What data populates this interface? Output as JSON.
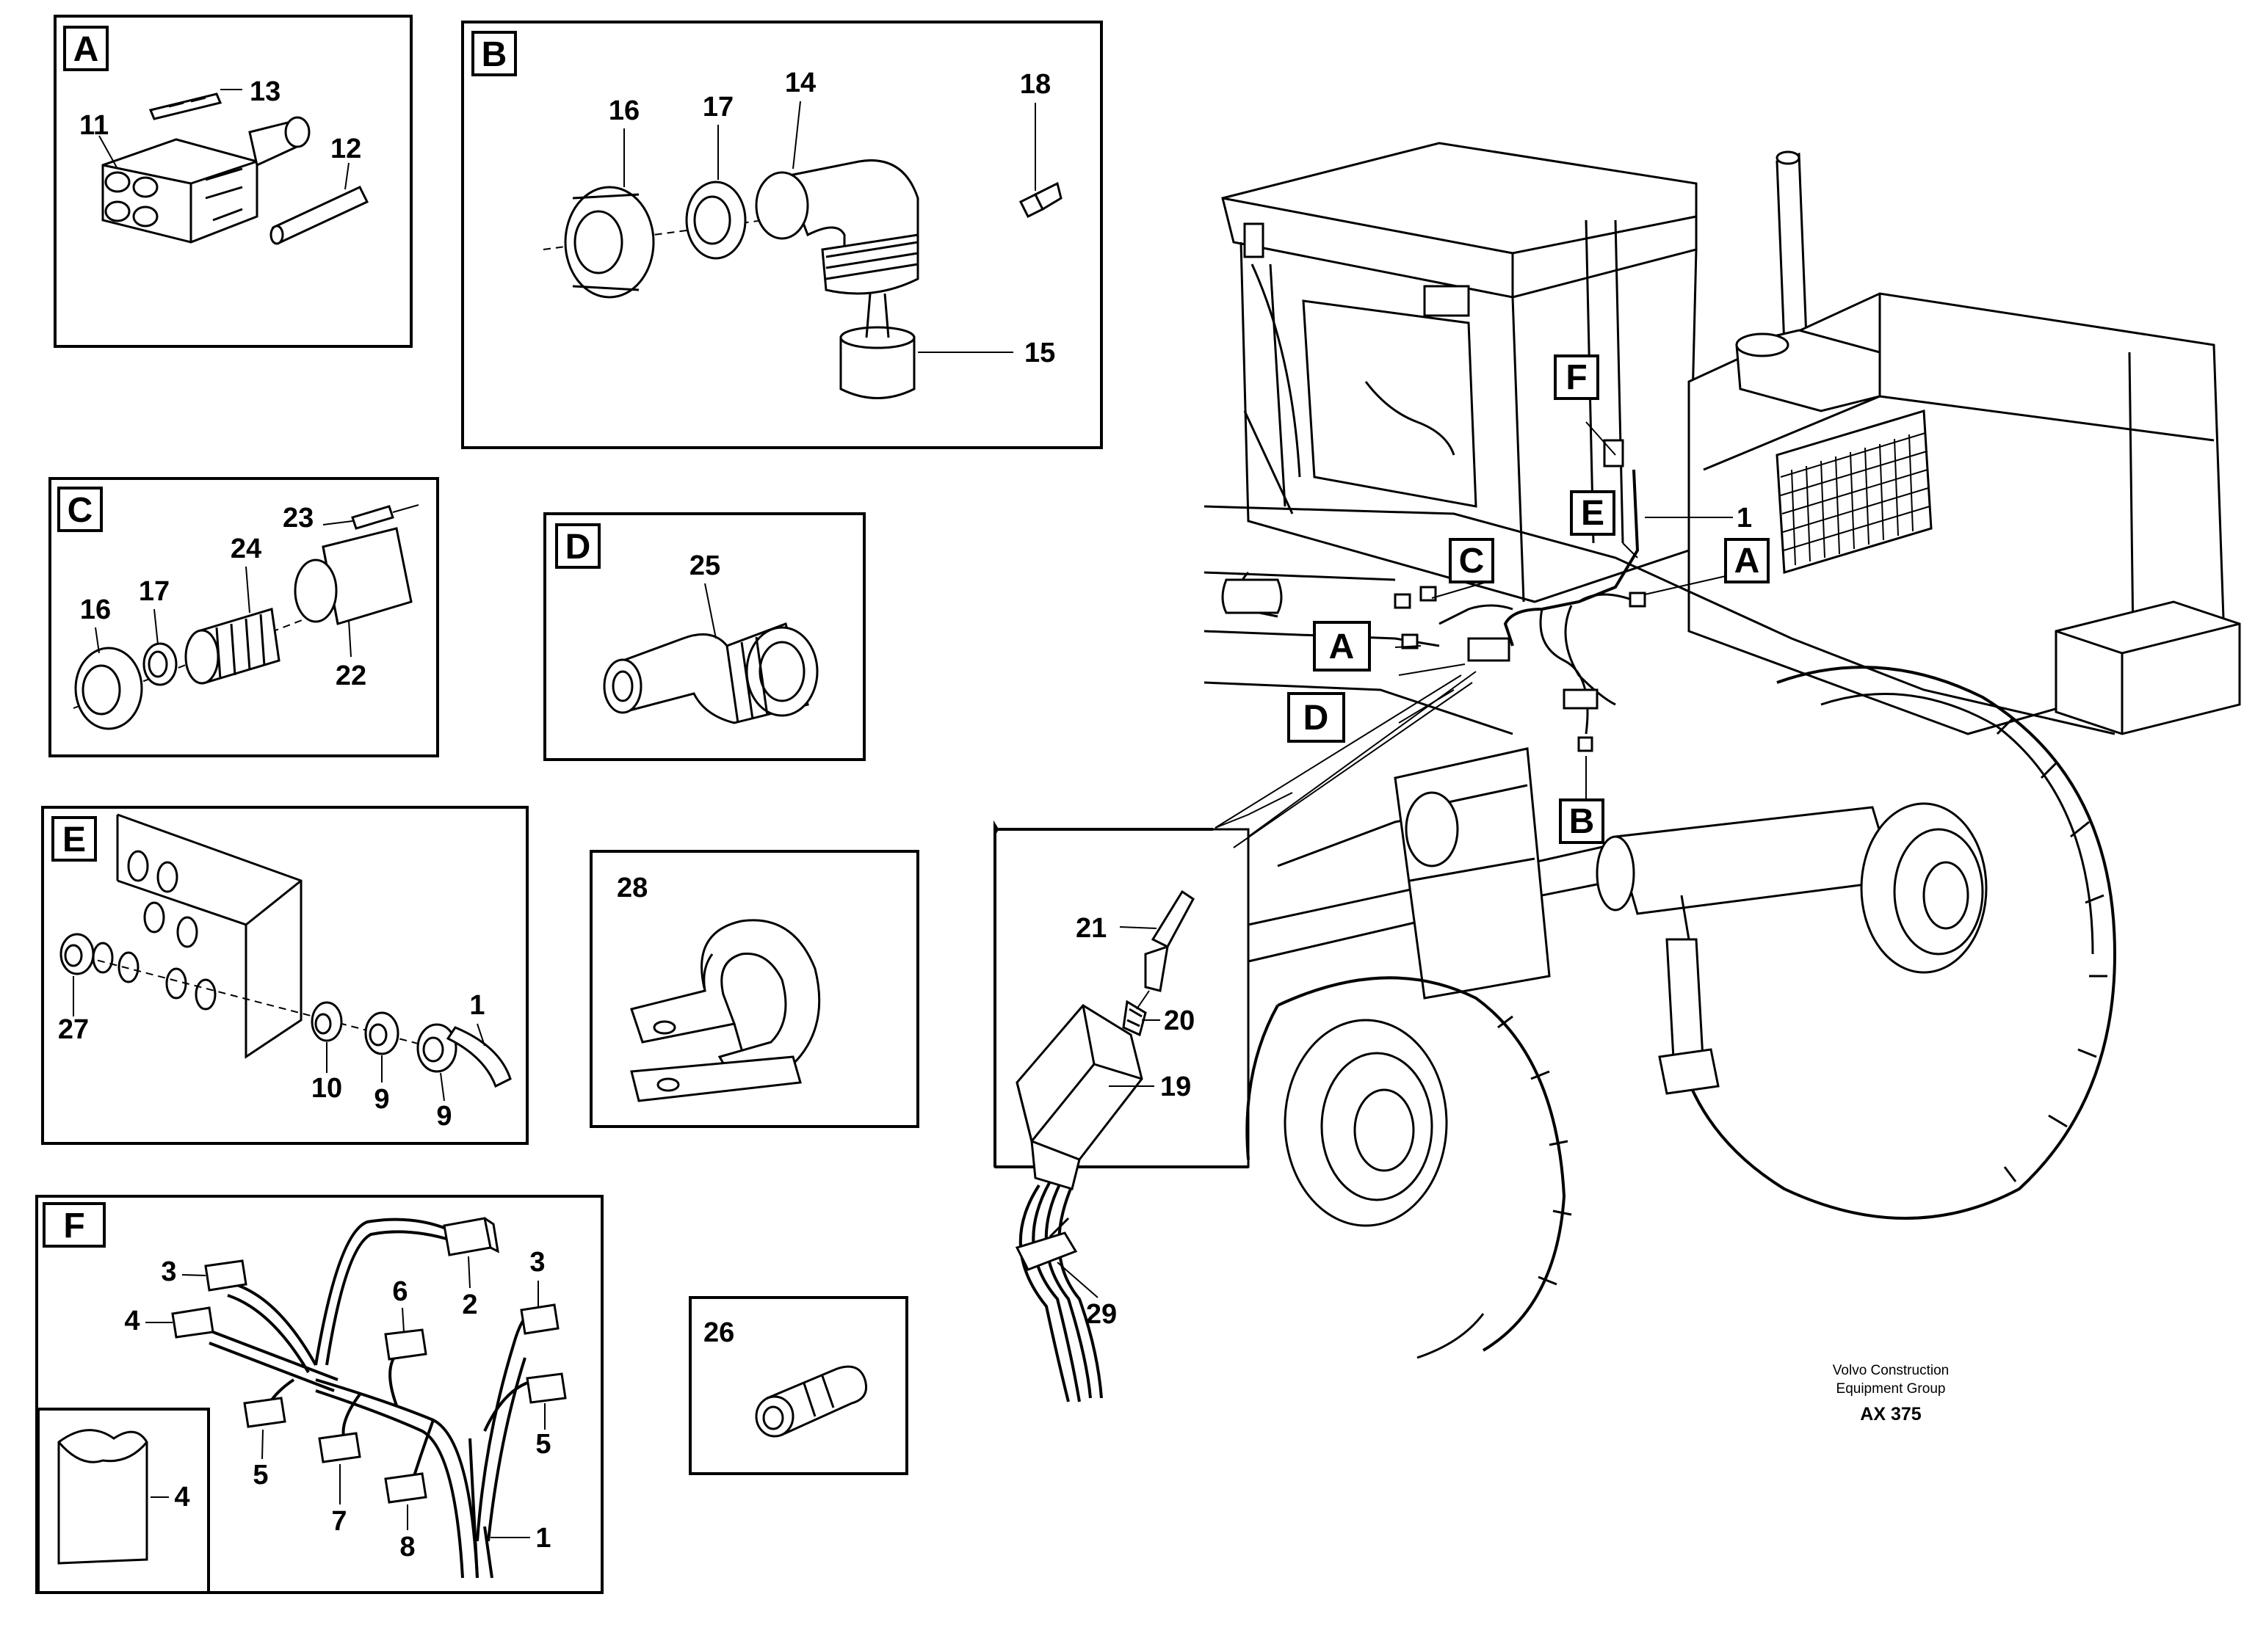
{
  "panels": {
    "A": {
      "letter": "A",
      "parts": [
        "11",
        "12",
        "13"
      ]
    },
    "B": {
      "letter": "B",
      "parts": [
        "16",
        "17",
        "14",
        "18",
        "15"
      ]
    },
    "C": {
      "letter": "C",
      "parts": [
        "23",
        "24",
        "16",
        "17",
        "22"
      ]
    },
    "D": {
      "letter": "D",
      "parts": [
        "25"
      ]
    },
    "E": {
      "letter": "E",
      "parts": [
        "27",
        "10",
        "9",
        "9",
        "1"
      ]
    },
    "F": {
      "letter": "F",
      "parts": [
        "3",
        "4",
        "6",
        "2",
        "3",
        "5",
        "5",
        "7",
        "8",
        "1",
        "4"
      ]
    },
    "P28": {
      "parts": [
        "28"
      ]
    },
    "P26": {
      "parts": [
        "26"
      ]
    },
    "P21": {
      "parts": [
        "21",
        "20",
        "19",
        "29"
      ]
    }
  },
  "machine_callouts": [
    "F",
    "E",
    "1",
    "C",
    "A",
    "A",
    "D",
    "B"
  ],
  "footer": {
    "line1": "Volvo Construction",
    "line2": "Equipment Group",
    "code": "AX 375"
  }
}
